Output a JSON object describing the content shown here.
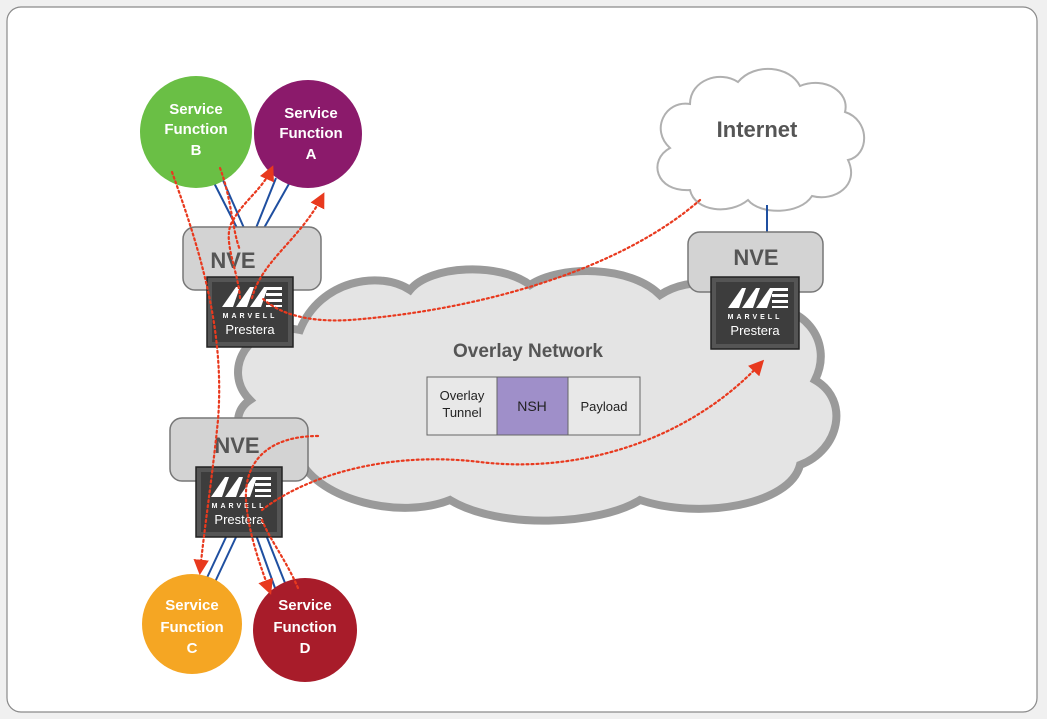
{
  "colors": {
    "sf_a": "#8b1a6b",
    "sf_b": "#6abf45",
    "sf_c": "#f5a623",
    "sf_d": "#a81c2a",
    "nve_fill": "#d3d3d3",
    "chip_fill": "#4a4a4a",
    "nsh_fill": "#9f8fc9",
    "path_red": "#e8391e",
    "link_blue": "#1f4fa0"
  },
  "service_functions": {
    "a": {
      "line1": "Service",
      "line2": "Function",
      "line3": "A"
    },
    "b": {
      "line1": "Service",
      "line2": "Function",
      "line3": "B"
    },
    "c": {
      "line1": "Service",
      "line2": "Function",
      "line3": "C"
    },
    "d": {
      "line1": "Service",
      "line2": "Function",
      "line3": "D"
    }
  },
  "nve": {
    "top_left": "NVE",
    "right": "NVE",
    "bottom_left": "NVE"
  },
  "chip": {
    "brand": "MARVELL",
    "name": "Prestera"
  },
  "internet": {
    "label": "Internet"
  },
  "overlay": {
    "label": "Overlay Network",
    "packet": {
      "tunnel_line1": "Overlay",
      "tunnel_line2": "Tunnel",
      "nsh": "NSH",
      "payload": "Payload"
    }
  }
}
